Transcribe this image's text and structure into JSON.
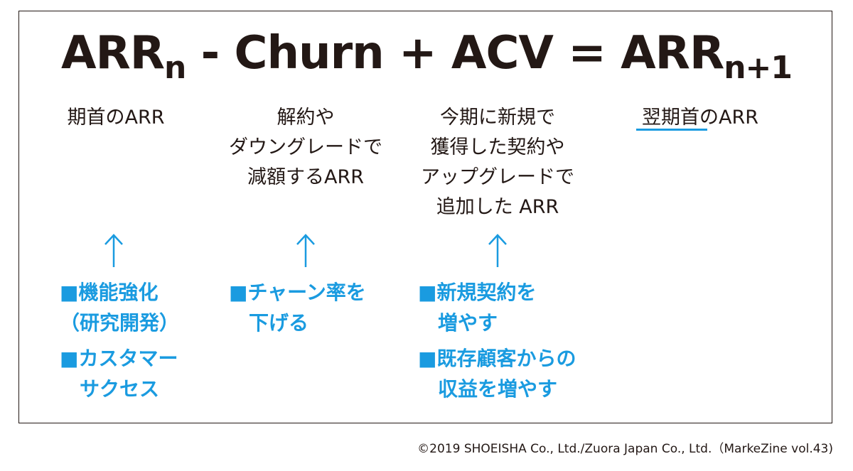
{
  "formula": {
    "arr_n": "ARR",
    "sub_n": "n",
    "minus": " - ",
    "churn": "Churn",
    "plus": " + ",
    "acv": "ACV",
    "eq": " = ",
    "arr_n1": "ARR",
    "sub_n1": "n+1"
  },
  "columns": [
    {
      "lines": [
        "期首のARR"
      ]
    },
    {
      "lines": [
        "解約や",
        "ダウングレードで",
        "減額するARR"
      ]
    },
    {
      "lines": [
        "今期に新規で",
        "獲得した契約や",
        "アップグレードで",
        "追加した ARR"
      ]
    },
    {
      "lines": [
        "翌期首のARR"
      ]
    }
  ],
  "actions": [
    {
      "items": [
        [
          "■機能強化",
          "（研究開発）"
        ],
        [
          "■カスタマー",
          "　サクセス"
        ]
      ]
    },
    {
      "items": [
        [
          "■チャーン率を",
          "　下げる"
        ]
      ]
    },
    {
      "items": [
        [
          "■新規契約を",
          "　増やす"
        ],
        [
          "■既存顧客からの",
          "　収益を増やす"
        ]
      ]
    }
  ],
  "colors": {
    "accent": "#1a9be0",
    "text": "#231815"
  },
  "credit": "©2019 SHOEISHA Co., Ltd./Zuora Japan Co., Ltd.（MarkeZine vol.43)"
}
